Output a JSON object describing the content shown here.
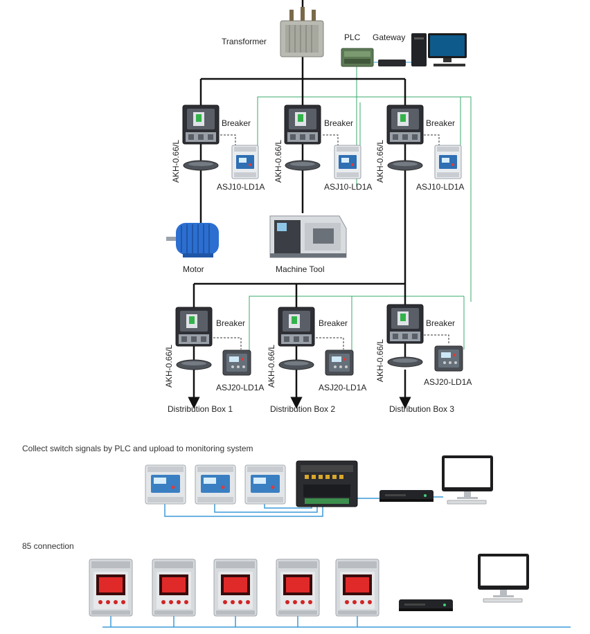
{
  "top": {
    "transformer": "Transformer",
    "plc": "PLC",
    "gateway": "Gateway",
    "breaker": "Breaker",
    "ct": "AKH-0.66/L",
    "relay_top": "ASJ10-LD1A",
    "relay_bottom": "ASJ20-LD1A",
    "motor": "Motor",
    "machine_tool": "Machine Tool",
    "distribution_boxes": [
      "Distribution Box 1",
      "Distribution Box 2",
      "Distribution Box 3"
    ]
  },
  "section_plc": {
    "caption": "Collect switch signals by PLC and upload to monitoring system"
  },
  "section_485": {
    "caption": "85 connection"
  },
  "colors": {
    "bus": "#111111",
    "signal": "#3aa86b",
    "blue_link": "#3a9ad9",
    "meter_red": "#e02a2a"
  }
}
